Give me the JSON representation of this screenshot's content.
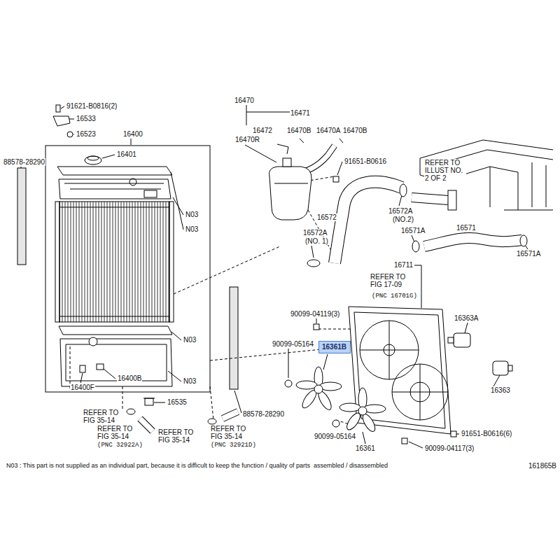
{
  "diagram": {
    "nodes": [
      {
        "text": [
          "16361B"
        ]
      }
    ],
    "labels": [
      "91621-B0816(2)",
      "16533",
      "16523",
      "16400",
      "16401",
      "88578-28290",
      "16470",
      "16471",
      "16472",
      "16470B",
      "16470A",
      "16470B",
      "16470R",
      "91651-B0616",
      "REFER TO ILLUST NO. 2 OF 2",
      "N03",
      "N03",
      "16572",
      "16572A",
      "(NO.2)",
      "16571",
      "16572A",
      "(NO. 1)",
      "16571A",
      "16571A",
      "16711",
      "REFER TO FIG 17-09",
      "(PNC 16701G)",
      "90099-04119(3)",
      "16363A",
      "N03",
      "88578-28290",
      "90099-05164",
      "16400B",
      "N03",
      "16363",
      "16400F",
      "16535",
      "REFER TO FIG 35-14",
      "REFER TO FIG 35-14",
      "(PNC 32922A)",
      "REFER TO FIG 35-14",
      "REFER TO FIG 35-14",
      "(PNC 32921D)",
      "90099-05164",
      "91651-B0616(6)",
      "16361",
      "90099-04117(3)",
      "N03 : This part is not supplied as an individual part, because it is difficult to keep the function / quality of parts  assembled / disassembled",
      "161865B"
    ]
  }
}
